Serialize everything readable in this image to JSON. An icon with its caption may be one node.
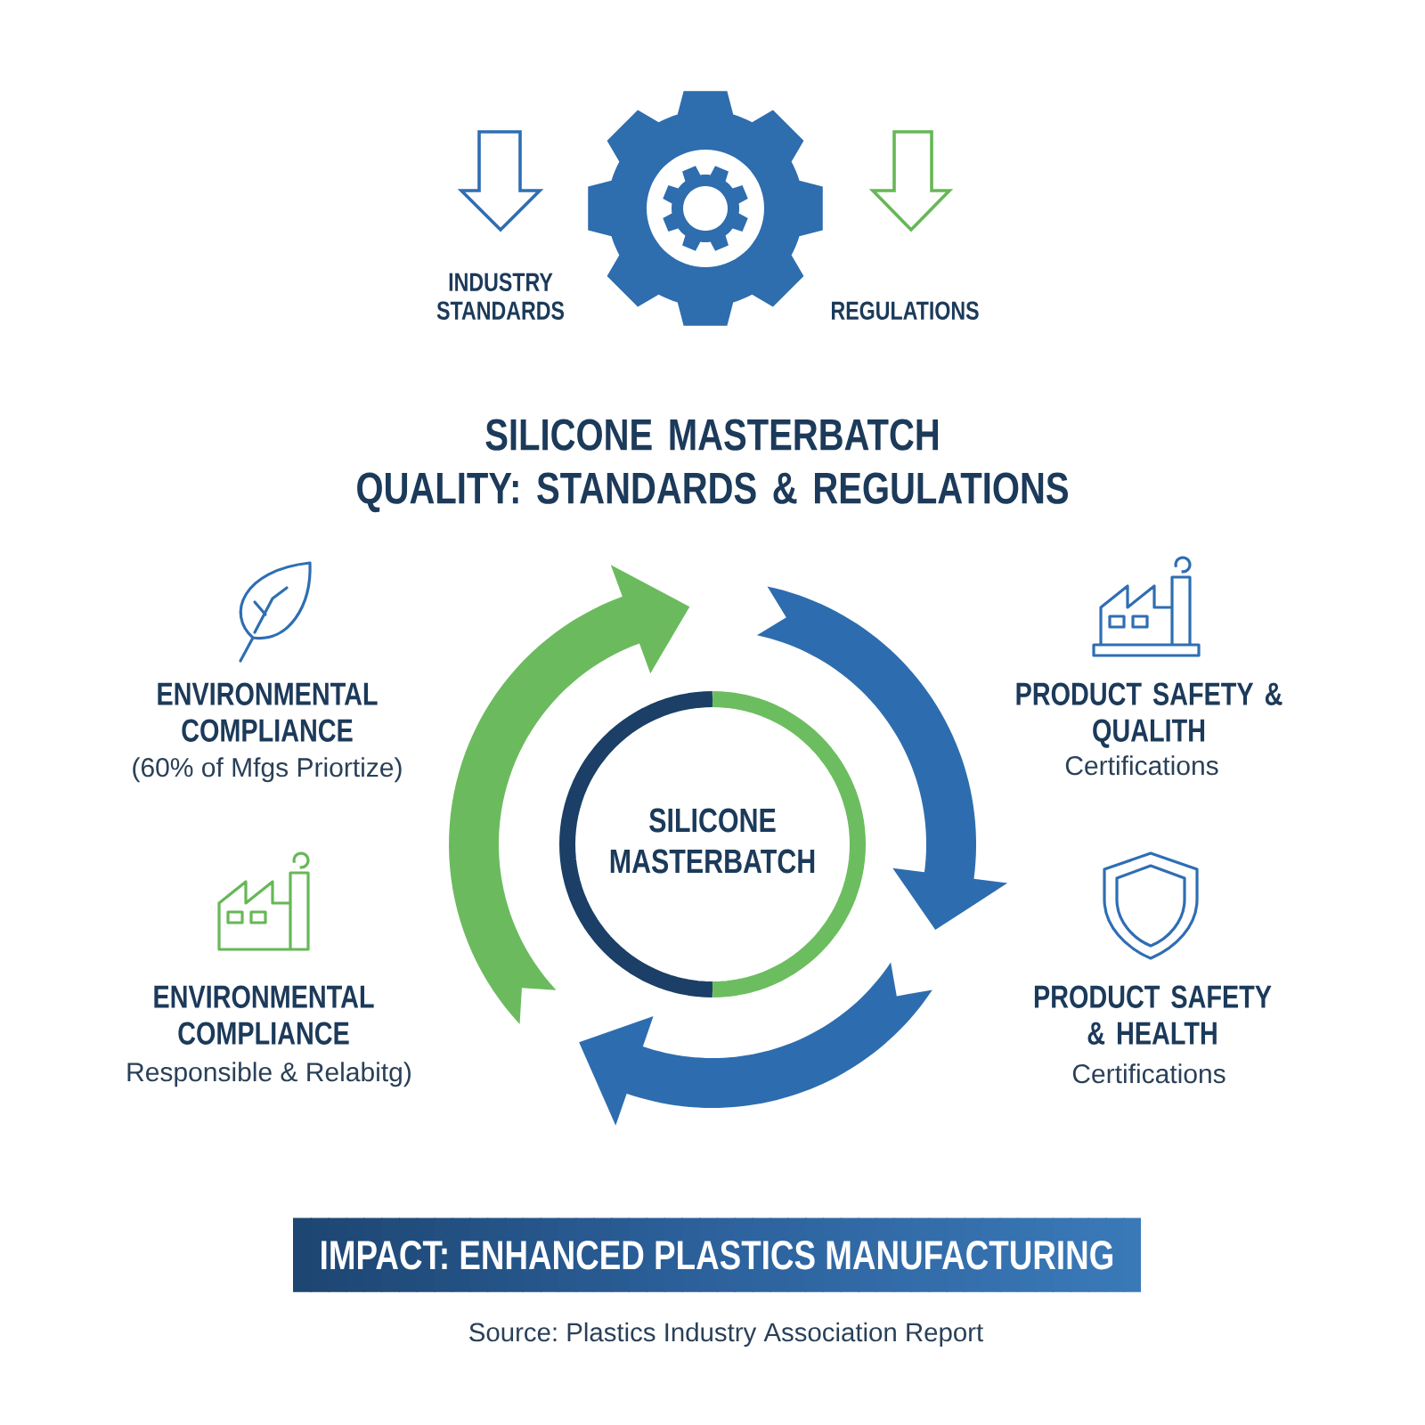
{
  "diagram": {
    "title": "SILICONE MASTERBATCH QUALITY: STANDARDS & REGULATIONS",
    "caption": "Source: Plastics Industry Association Report",
    "nodes": [
      {
        "text": [
          "SILICONE MASTERBATCH"
        ]
      },
      {
        "text": [
          "IMPACT: ENHANCED PLASTICS MANUFACTURING"
        ]
      }
    ],
    "labels": [
      "INDUSTRY STANDARDS",
      "REGULATIONS",
      "ENVIRONMENTAL COMPLIANCE",
      "(60% of Mfgs Priortize)",
      "PRODUCT SAFETY & QUALITH",
      "Certifications",
      "ENVIRONMENTAL COMPLIANCE",
      "Responsible & Relabitg)",
      "PRODUCT SAFETY & HEALTH",
      "Certifications"
    ]
  }
}
